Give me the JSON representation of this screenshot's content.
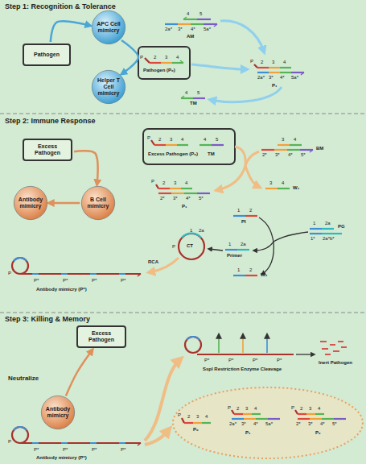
{
  "diagram": {
    "nodes": [
      {
        "text": [
          "Pathogen"
        ]
      },
      {
        "text": [
          "APC Cell mimicry"
        ]
      },
      {
        "text": [
          "Helper T Cell mimicry"
        ]
      },
      {
        "text": [
          "Excess Pathogen"
        ]
      },
      {
        "text": [
          "Antibody mimicry"
        ]
      },
      {
        "text": [
          "B Cell mimicry"
        ]
      },
      {
        "text": [
          "Excess Pathogen"
        ]
      },
      {
        "text": [
          "Antibody mimicry"
        ]
      }
    ],
    "edges": [
      {
        "from": 0,
        "to": 1,
        "arrow": "to"
      },
      {
        "from": 1,
        "to": 2,
        "arrow": "to"
      },
      {
        "from": 3,
        "to": 5,
        "arrow": "to"
      },
      {
        "from": 5,
        "to": 4,
        "arrow": "to"
      },
      {
        "from": 7,
        "to": 6,
        "arrow": "to"
      }
    ],
    "labels": [
      "Step 1: Recognition & Tolerance",
      "4",
      "5",
      "2a*",
      "3*",
      "4*",
      "5a*",
      "AM",
      "P",
      "2",
      "3",
      "4",
      "Pathogen (P₀)",
      "4",
      "5",
      "TM",
      "P",
      "2",
      "3",
      "4",
      "2a*",
      "3*",
      "4*",
      "5a*",
      "P₁",
      "Step 2: Immune Response",
      "P",
      "2",
      "3",
      "4",
      "Excess Pathogen (P₀)",
      "4",
      "5",
      "TM",
      "3",
      "4",
      "2*",
      "3*",
      "4*",
      "5*",
      "BM",
      "P",
      "2",
      "3",
      "4",
      "2*",
      "3*",
      "4*",
      "5*",
      "P₁",
      "3",
      "4",
      "W₁",
      "1",
      "2",
      "PI",
      "1",
      "2a",
      "1*",
      "2a*b*",
      "PG",
      "P",
      "1",
      "2a",
      "CT",
      "1",
      "2a",
      "Primer",
      "1",
      "2",
      "W₂",
      "RCA",
      "P",
      "P*",
      "P*",
      "P*",
      "P*",
      "Antibody mimicry (P*)",
      "Step 3: Killing & Memory",
      "Neutralize",
      "P*",
      "P*",
      "P*",
      "P*",
      "SspI Restriction Enzyme Cleavage",
      "Inert Pathogen",
      "P",
      "2",
      "3",
      "4",
      "P₀",
      "P",
      "2",
      "3",
      "4",
      "2a*",
      "3*",
      "4*",
      "5a*",
      "P₁",
      "P",
      "2",
      "3",
      "4",
      "2*",
      "3*",
      "4*",
      "5*",
      "P₂",
      "P",
      "P*",
      "P*",
      "P*",
      "P*",
      "Antibody mimicry (P*)"
    ]
  }
}
